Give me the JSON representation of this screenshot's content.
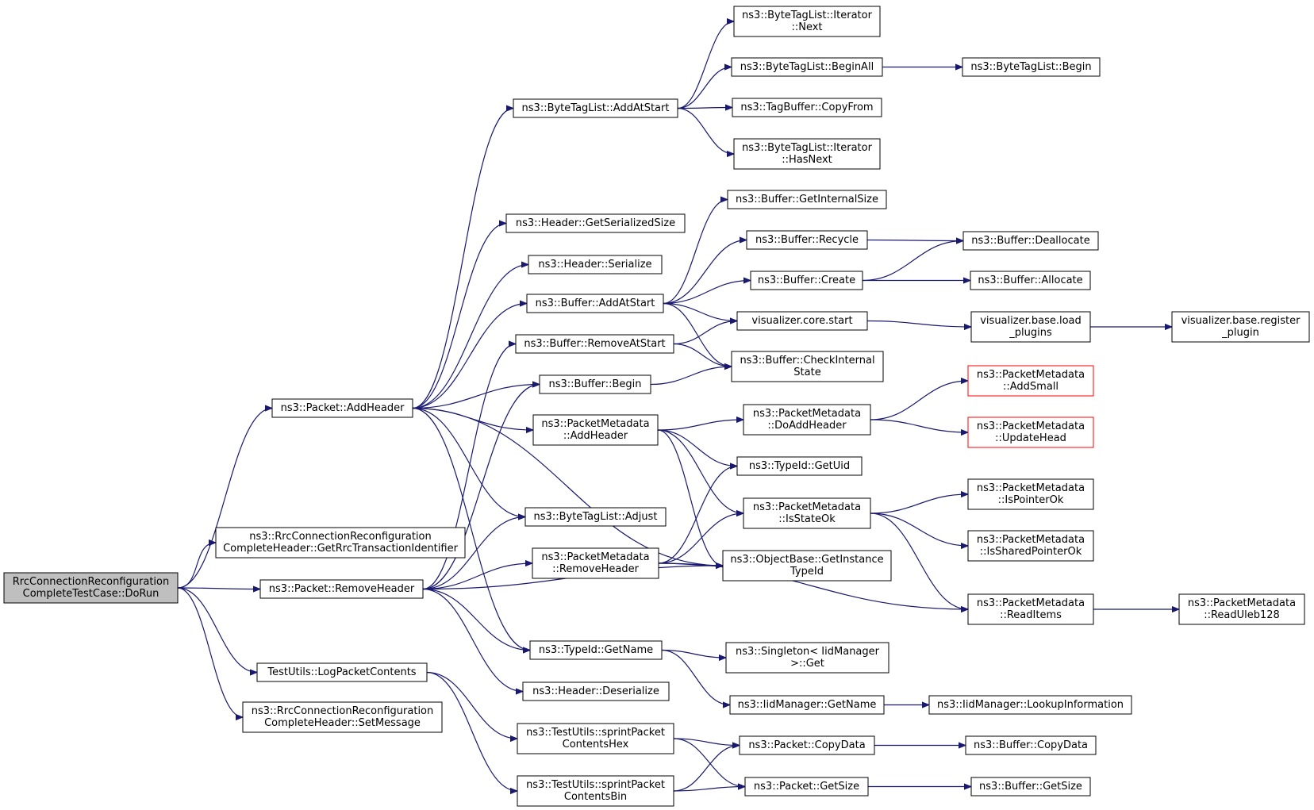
{
  "colors": {
    "edge": "#191970",
    "node_border": "#000000",
    "node_border_highlight": "#ff0000",
    "root_fill": "#bfbfbf"
  },
  "nodes": [
    {
      "id": "root",
      "lines": [
        "RrcConnectionReconfiguration",
        "CompleteTestCase::DoRun"
      ],
      "style": "root"
    },
    {
      "id": "addHeader",
      "lines": [
        "ns3::Packet::AddHeader"
      ]
    },
    {
      "id": "getRrc",
      "lines": [
        "ns3::RrcConnectionReconfiguration",
        "CompleteHeader::GetRrcTransactionIdentifier"
      ]
    },
    {
      "id": "removeHeader",
      "lines": [
        "ns3::Packet::RemoveHeader"
      ]
    },
    {
      "id": "logPacket",
      "lines": [
        "TestUtils::LogPacketContents"
      ]
    },
    {
      "id": "setMessage",
      "lines": [
        "ns3::RrcConnectionReconfiguration",
        "CompleteHeader::SetMessage"
      ]
    },
    {
      "id": "btlAddAtStart",
      "lines": [
        "ns3::ByteTagList::AddAtStart"
      ]
    },
    {
      "id": "hdrGetSerSize",
      "lines": [
        "ns3::Header::GetSerializedSize"
      ]
    },
    {
      "id": "hdrSerialize",
      "lines": [
        "ns3::Header::Serialize"
      ]
    },
    {
      "id": "bufAddAtStart",
      "lines": [
        "ns3::Buffer::AddAtStart"
      ]
    },
    {
      "id": "bufRemoveAtStart",
      "lines": [
        "ns3::Buffer::RemoveAtStart"
      ]
    },
    {
      "id": "bufBegin",
      "lines": [
        "ns3::Buffer::Begin"
      ]
    },
    {
      "id": "pmAddHeader",
      "lines": [
        "ns3::PacketMetadata",
        "::AddHeader"
      ]
    },
    {
      "id": "btlAdjust",
      "lines": [
        "ns3::ByteTagList::Adjust"
      ]
    },
    {
      "id": "pmRemoveHeader",
      "lines": [
        "ns3::PacketMetadata",
        "::RemoveHeader"
      ]
    },
    {
      "id": "typeGetName",
      "lines": [
        "ns3::TypeId::GetName"
      ]
    },
    {
      "id": "hdrDeserialize",
      "lines": [
        "ns3::Header::Deserialize"
      ]
    },
    {
      "id": "sprintHex",
      "lines": [
        "ns3::TestUtils::sprintPacket",
        "ContentsHex"
      ]
    },
    {
      "id": "sprintBin",
      "lines": [
        "ns3::TestUtils::sprintPacket",
        "ContentsBin"
      ]
    },
    {
      "id": "btlItNext",
      "lines": [
        "ns3::ByteTagList::Iterator",
        "::Next"
      ]
    },
    {
      "id": "btlBeginAll",
      "lines": [
        "ns3::ByteTagList::BeginAll"
      ]
    },
    {
      "id": "tagCopyFrom",
      "lines": [
        "ns3::TagBuffer::CopyFrom"
      ]
    },
    {
      "id": "btlItHasNext",
      "lines": [
        "ns3::ByteTagList::Iterator",
        "::HasNext"
      ]
    },
    {
      "id": "bufGetInternalSize",
      "lines": [
        "ns3::Buffer::GetInternalSize"
      ]
    },
    {
      "id": "bufRecycle",
      "lines": [
        "ns3::Buffer::Recycle"
      ]
    },
    {
      "id": "bufCreate",
      "lines": [
        "ns3::Buffer::Create"
      ]
    },
    {
      "id": "vizCoreStart",
      "lines": [
        "visualizer.core.start"
      ]
    },
    {
      "id": "bufCheckInternal",
      "lines": [
        "ns3::Buffer::CheckInternal",
        "State"
      ]
    },
    {
      "id": "pmDoAddHeader",
      "lines": [
        "ns3::PacketMetadata",
        "::DoAddHeader"
      ]
    },
    {
      "id": "typeGetUid",
      "lines": [
        "ns3::TypeId::GetUid"
      ]
    },
    {
      "id": "pmIsStateOk",
      "lines": [
        "ns3::PacketMetadata",
        "::IsStateOk"
      ]
    },
    {
      "id": "objGetInstance",
      "lines": [
        "ns3::ObjectBase::GetInstance",
        "TypeId"
      ]
    },
    {
      "id": "singletonGet",
      "lines": [
        "ns3::Singleton< IidManager",
        ">::Get"
      ]
    },
    {
      "id": "iidGetName",
      "lines": [
        "ns3::IidManager::GetName"
      ]
    },
    {
      "id": "pktCopyData",
      "lines": [
        "ns3::Packet::CopyData"
      ]
    },
    {
      "id": "pktGetSize",
      "lines": [
        "ns3::Packet::GetSize"
      ]
    },
    {
      "id": "btlBegin",
      "lines": [
        "ns3::ByteTagList::Begin"
      ]
    },
    {
      "id": "bufDeallocate",
      "lines": [
        "ns3::Buffer::Deallocate"
      ]
    },
    {
      "id": "bufAllocate",
      "lines": [
        "ns3::Buffer::Allocate"
      ]
    },
    {
      "id": "vizLoadPlugins",
      "lines": [
        "visualizer.base.load",
        "_plugins"
      ]
    },
    {
      "id": "pmAddSmall",
      "lines": [
        "ns3::PacketMetadata",
        "::AddSmall"
      ],
      "style": "red"
    },
    {
      "id": "pmUpdateHead",
      "lines": [
        "ns3::PacketMetadata",
        "::UpdateHead"
      ],
      "style": "red"
    },
    {
      "id": "pmIsPointerOk",
      "lines": [
        "ns3::PacketMetadata",
        "::IsPointerOk"
      ]
    },
    {
      "id": "pmIsSharedPointerOk",
      "lines": [
        "ns3::PacketMetadata",
        "::IsSharedPointerOk"
      ]
    },
    {
      "id": "pmReadItems",
      "lines": [
        "ns3::PacketMetadata",
        "::ReadItems"
      ]
    },
    {
      "id": "iidLookup",
      "lines": [
        "ns3::IidManager::LookupInformation"
      ]
    },
    {
      "id": "bufCopyData",
      "lines": [
        "ns3::Buffer::CopyData"
      ]
    },
    {
      "id": "bufGetSize",
      "lines": [
        "ns3::Buffer::GetSize"
      ]
    },
    {
      "id": "vizRegisterPlugin",
      "lines": [
        "visualizer.base.register",
        "_plugin"
      ]
    },
    {
      "id": "pmReadUleb",
      "lines": [
        "ns3::PacketMetadata",
        "::ReadUleb128"
      ]
    }
  ],
  "edges": [
    [
      "root",
      "addHeader"
    ],
    [
      "root",
      "getRrc"
    ],
    [
      "root",
      "removeHeader"
    ],
    [
      "root",
      "logPacket"
    ],
    [
      "root",
      "setMessage"
    ],
    [
      "addHeader",
      "btlAddAtStart"
    ],
    [
      "addHeader",
      "hdrGetSerSize"
    ],
    [
      "addHeader",
      "hdrSerialize"
    ],
    [
      "addHeader",
      "bufAddAtStart"
    ],
    [
      "addHeader",
      "bufBegin"
    ],
    [
      "addHeader",
      "pmAddHeader"
    ],
    [
      "addHeader",
      "btlAdjust"
    ],
    [
      "addHeader",
      "objGetInstance"
    ],
    [
      "addHeader",
      "typeGetName"
    ],
    [
      "removeHeader",
      "bufRemoveAtStart"
    ],
    [
      "removeHeader",
      "bufBegin"
    ],
    [
      "removeHeader",
      "btlAdjust"
    ],
    [
      "removeHeader",
      "pmRemoveHeader"
    ],
    [
      "removeHeader",
      "objGetInstance"
    ],
    [
      "removeHeader",
      "typeGetName"
    ],
    [
      "removeHeader",
      "hdrDeserialize"
    ],
    [
      "logPacket",
      "sprintHex"
    ],
    [
      "logPacket",
      "sprintBin"
    ],
    [
      "btlAddAtStart",
      "btlItNext"
    ],
    [
      "btlAddAtStart",
      "btlBeginAll"
    ],
    [
      "btlAddAtStart",
      "tagCopyFrom"
    ],
    [
      "btlAddAtStart",
      "btlItHasNext"
    ],
    [
      "btlBeginAll",
      "btlBegin"
    ],
    [
      "bufAddAtStart",
      "bufGetInternalSize"
    ],
    [
      "bufAddAtStart",
      "bufRecycle"
    ],
    [
      "bufAddAtStart",
      "bufCreate"
    ],
    [
      "bufAddAtStart",
      "vizCoreStart"
    ],
    [
      "bufAddAtStart",
      "bufCheckInternal"
    ],
    [
      "bufRecycle",
      "bufDeallocate"
    ],
    [
      "bufCreate",
      "bufDeallocate"
    ],
    [
      "bufCreate",
      "bufAllocate"
    ],
    [
      "vizCoreStart",
      "vizLoadPlugins"
    ],
    [
      "vizLoadPlugins",
      "vizRegisterPlugin"
    ],
    [
      "bufRemoveAtStart",
      "vizCoreStart"
    ],
    [
      "bufRemoveAtStart",
      "bufCheckInternal"
    ],
    [
      "bufBegin",
      "bufCheckInternal"
    ],
    [
      "pmAddHeader",
      "pmDoAddHeader"
    ],
    [
      "pmAddHeader",
      "typeGetUid"
    ],
    [
      "pmAddHeader",
      "pmIsStateOk"
    ],
    [
      "pmAddHeader",
      "objGetInstance"
    ],
    [
      "pmDoAddHeader",
      "pmAddSmall"
    ],
    [
      "pmDoAddHeader",
      "pmUpdateHead"
    ],
    [
      "pmIsStateOk",
      "pmIsPointerOk"
    ],
    [
      "pmIsStateOk",
      "pmIsSharedPointerOk"
    ],
    [
      "pmIsStateOk",
      "pmReadItems"
    ],
    [
      "pmRemoveHeader",
      "typeGetUid"
    ],
    [
      "pmRemoveHeader",
      "pmIsStateOk"
    ],
    [
      "pmRemoveHeader",
      "objGetInstance"
    ],
    [
      "pmRemoveHeader",
      "pmReadItems"
    ],
    [
      "pmReadItems",
      "pmReadUleb"
    ],
    [
      "typeGetName",
      "singletonGet"
    ],
    [
      "typeGetName",
      "iidGetName"
    ],
    [
      "iidGetName",
      "iidLookup"
    ],
    [
      "sprintHex",
      "pktCopyData"
    ],
    [
      "sprintHex",
      "pktGetSize"
    ],
    [
      "sprintBin",
      "pktCopyData"
    ],
    [
      "sprintBin",
      "pktGetSize"
    ],
    [
      "pktCopyData",
      "bufCopyData"
    ],
    [
      "pktGetSize",
      "bufGetSize"
    ]
  ]
}
